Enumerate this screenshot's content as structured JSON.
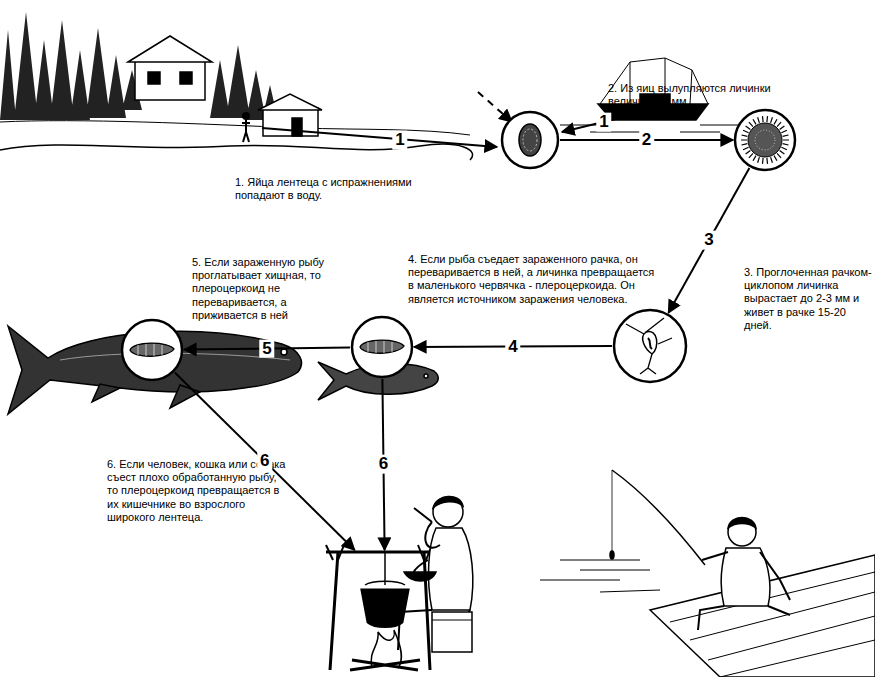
{
  "diagram": {
    "nodes": [
      {
        "text": [
          "1. Яйца лентеца с испражнениями попадают в воду."
        ]
      },
      {
        "text": [
          "2. Из яиц вылупляются личинки величиной 1мм."
        ]
      },
      {
        "text": [
          "3. Проглоченная рачком-циклопом личинка вырастает до 2-3 мм и живет в рачке 15-20 дней."
        ]
      },
      {
        "text": [
          "4. Если рыба съедает зараженного рачка, он переваривается в ней, а личинка превращается в маленького червячка - плероцеркоида. Он является источником заражения человека."
        ]
      },
      {
        "text": [
          "5. Если зараженную рыбу проглатывает хищная, то плероцеркоид не переваривается, а приживается в ней"
        ]
      },
      {
        "text": [
          "6. Если человек, кошка или собака съест плохо обработанную рыбу, то плероцеркоид превращается в их кишечнике во взрослого широкого лентеца."
        ]
      }
    ],
    "edges": [
      {
        "from": 0,
        "to": 1,
        "label": "2",
        "arrow": "to"
      },
      {
        "from": 1,
        "to": 2,
        "label": "3",
        "arrow": "to"
      },
      {
        "from": 2,
        "to": 3,
        "label": "4",
        "arrow": "to"
      },
      {
        "from": 3,
        "to": 4,
        "label": "5",
        "arrow": "to"
      },
      {
        "from": 4,
        "to": 5,
        "label": "6",
        "arrow": "to"
      },
      {
        "from": 3,
        "to": 5,
        "label": "6",
        "arrow": "to"
      }
    ],
    "labels": [
      "1",
      "1"
    ]
  }
}
